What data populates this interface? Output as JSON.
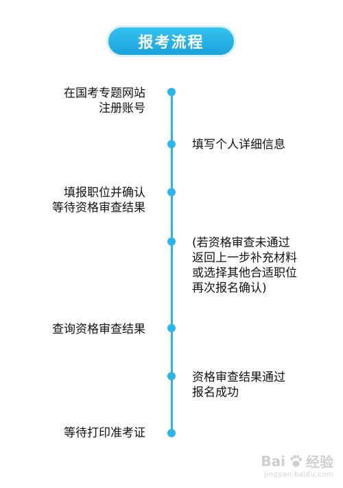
{
  "title": "报考流程",
  "steps": {
    "s1": [
      "在国考专题网站",
      "注册账号"
    ],
    "s2": [
      "填写个人详细信息"
    ],
    "s3": [
      "填报职位并确认",
      "等待资格审查结果"
    ],
    "s4": [
      "(若资格审查未通过",
      "返回上一步补充材料",
      "或选择其他合适职位",
      "再次报名确认)"
    ],
    "s5": [
      "查询资格审查结果"
    ],
    "s6": [
      "资格审查结果通过",
      "报名成功"
    ],
    "s7": [
      "等待打印准考证"
    ]
  },
  "watermark": {
    "brand_left": "Bai",
    "brand_right": "经验",
    "url": "jingyan.baidu.com"
  },
  "colors": {
    "accent": "#2bb6ea",
    "pill_top": "#33c3ef",
    "pill_bottom": "#1aa3dd",
    "text": "#111111"
  }
}
